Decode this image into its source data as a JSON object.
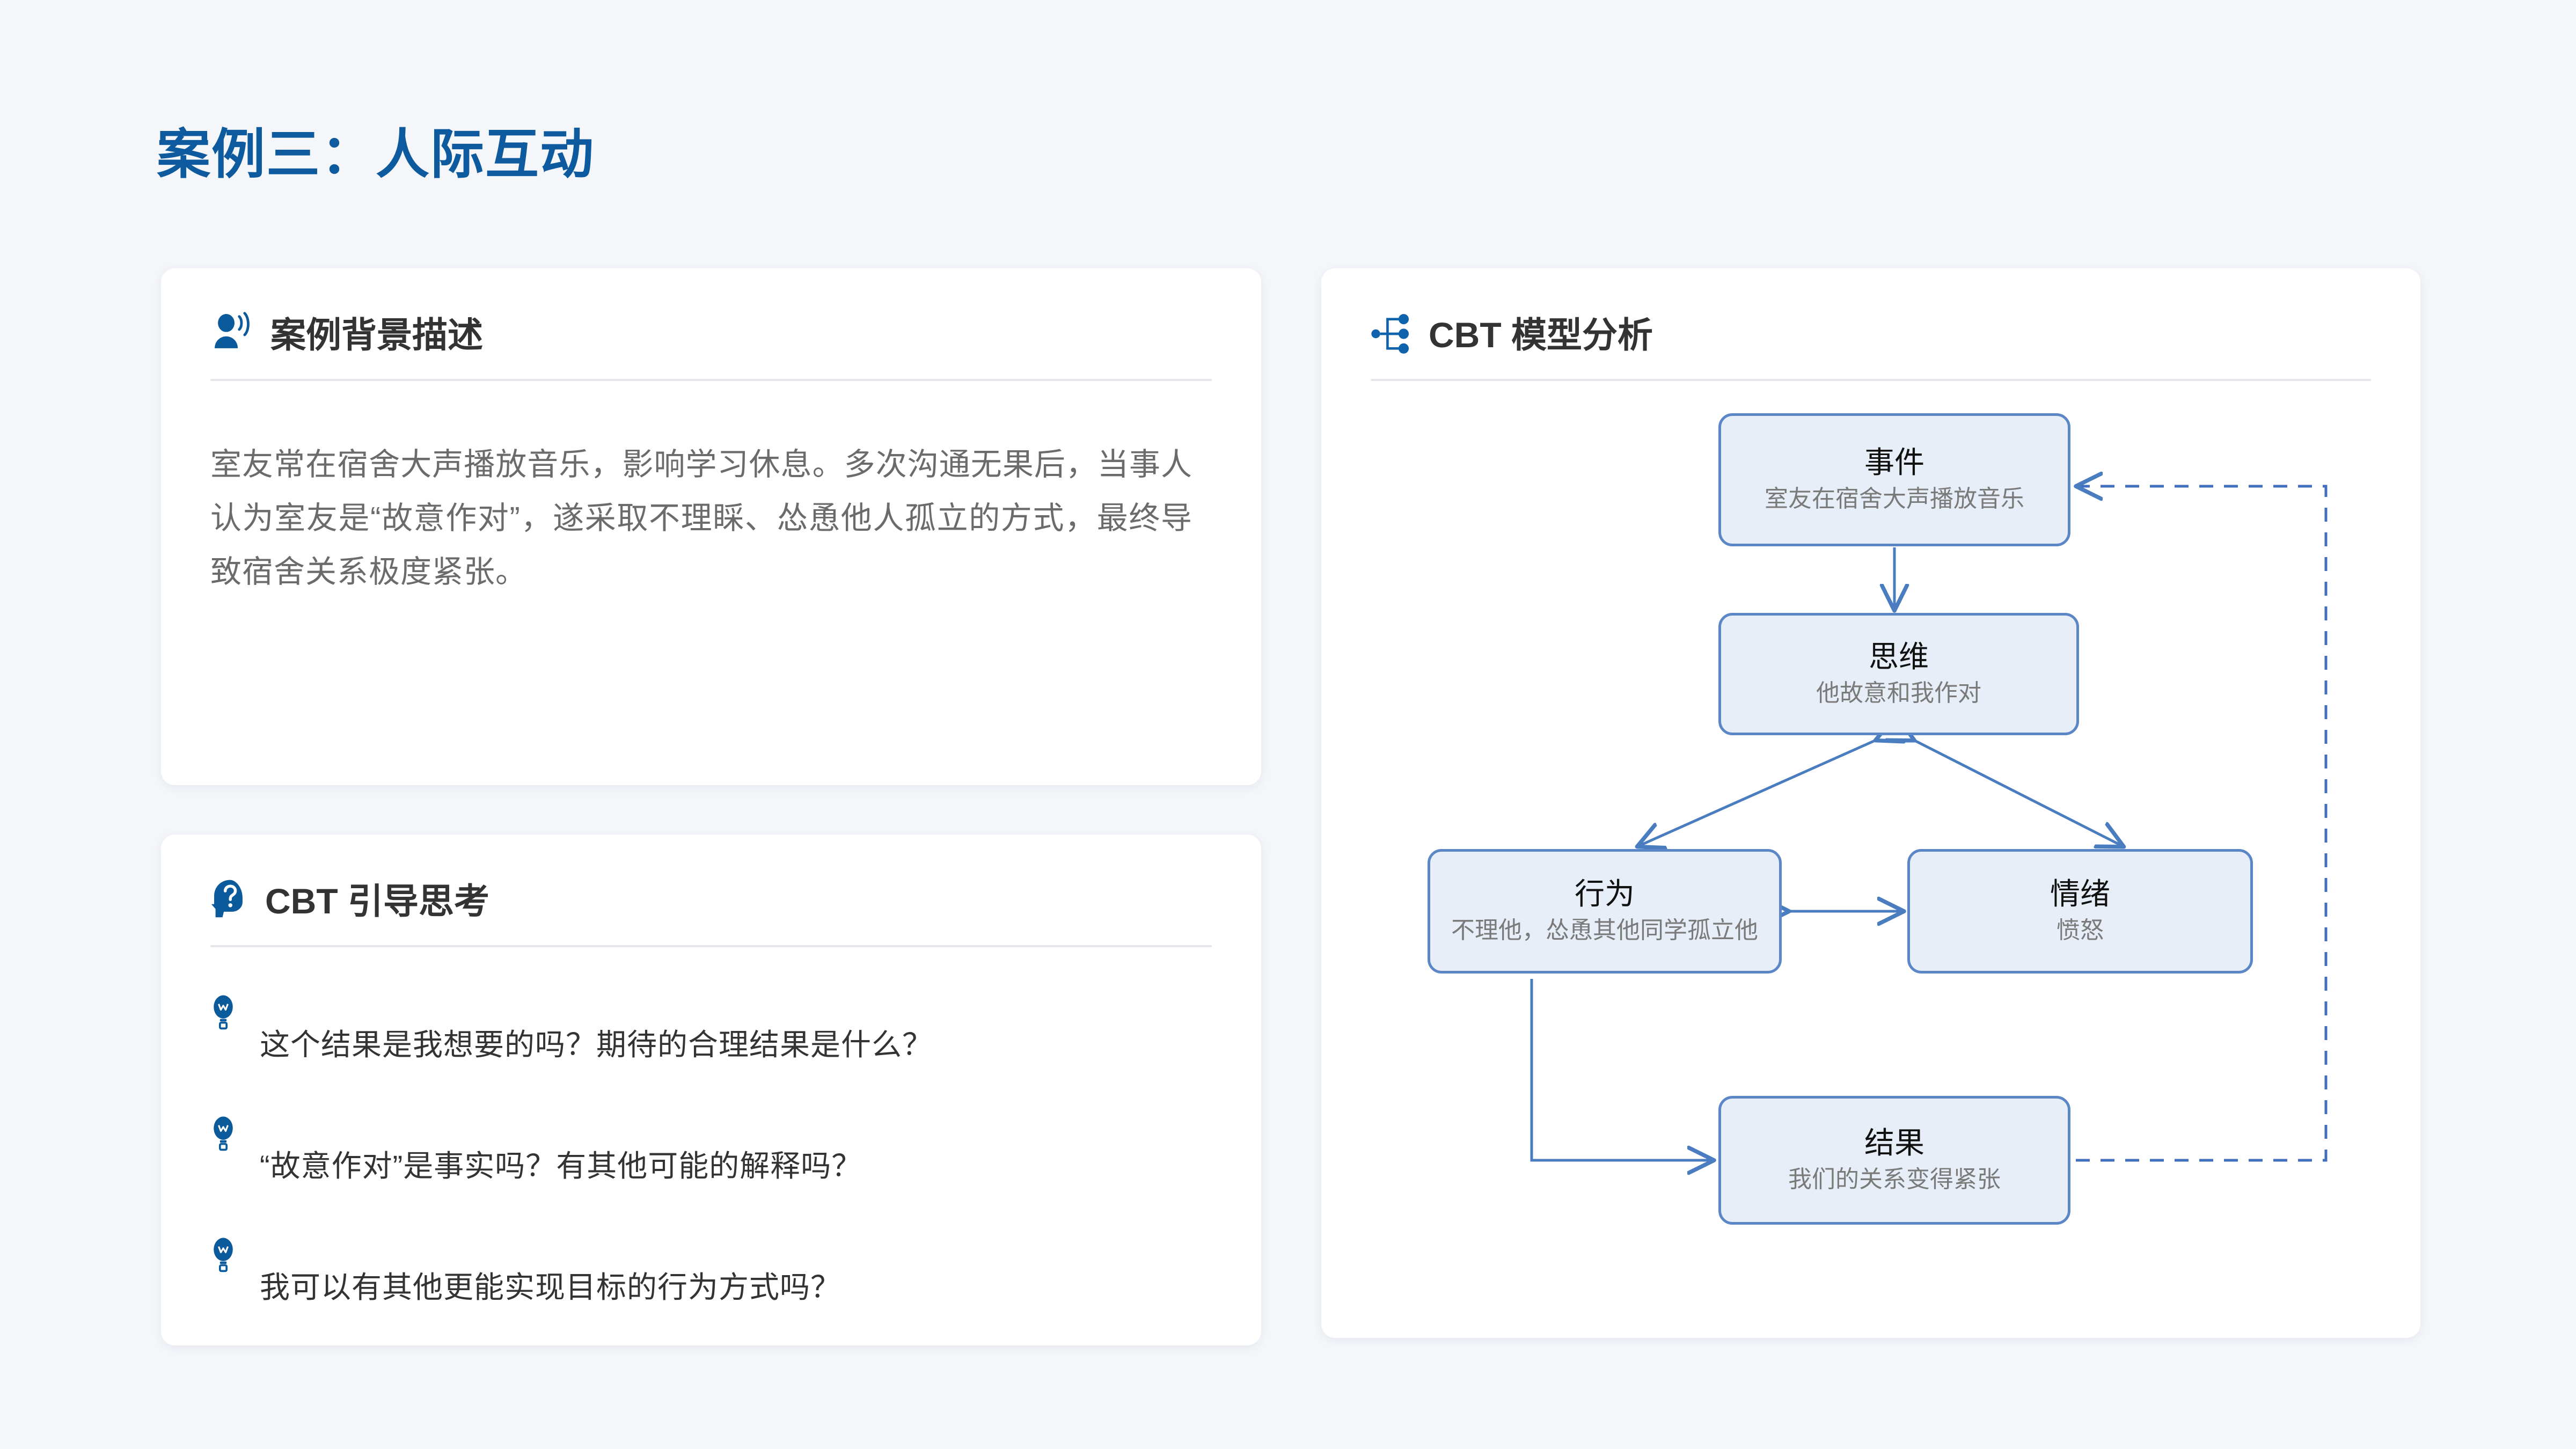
{
  "page": {
    "title": "案例三：人际互动",
    "accent_color": "#0d5a9e",
    "background_color": "#f4f6fa",
    "card_background": "#ffffff",
    "node_fill": "#e7eef8",
    "node_border": "#5b87c7",
    "body_text_color": "#6b6b6b"
  },
  "background_card": {
    "icon": "person-speaking-icon",
    "title": "案例背景描述",
    "paragraph": "室友常在宿舍大声播放音乐，影响学习休息。多次沟通无果后，当事人认为室友是“故意作对”，遂采取不理睬、怂恿他人孤立的方式，最终导致宿舍关系极度紧张。"
  },
  "thinking_card": {
    "icon": "head-question-icon",
    "title": "CBT 引导思考",
    "bullet_icon": "lightbulb-icon",
    "questions": [
      "这个结果是我想要的吗？期待的合理结果是什么？",
      "“故意作对”是事实吗？有其他可能的解释吗？",
      "我可以有其他更能实现目标的行为方式吗？"
    ]
  },
  "model_card": {
    "icon": "sitemap-icon",
    "title": "CBT 模型分析",
    "nodes": [
      {
        "id": "event",
        "title": "事件",
        "subtitle": "室友在宿舍大声播放音乐"
      },
      {
        "id": "thought",
        "title": "思维",
        "subtitle": "他故意和我作对"
      },
      {
        "id": "behavior",
        "title": "行为",
        "subtitle": "不理他，怂恿其他同学孤立他"
      },
      {
        "id": "emotion",
        "title": "情绪",
        "subtitle": "愤怒"
      },
      {
        "id": "result",
        "title": "结果",
        "subtitle": "我们的关系变得紧张"
      }
    ],
    "edges": [
      {
        "from": "event",
        "to": "thought",
        "style": "solid",
        "arrow": "single"
      },
      {
        "from": "thought",
        "to": "behavior",
        "style": "solid",
        "arrow": "double"
      },
      {
        "from": "thought",
        "to": "emotion",
        "style": "solid",
        "arrow": "double"
      },
      {
        "from": "behavior",
        "to": "emotion",
        "style": "solid",
        "arrow": "double"
      },
      {
        "from": "behavior",
        "to": "result",
        "style": "solid",
        "arrow": "single"
      },
      {
        "from": "result",
        "to": "event",
        "style": "dashed",
        "arrow": "single"
      }
    ]
  }
}
